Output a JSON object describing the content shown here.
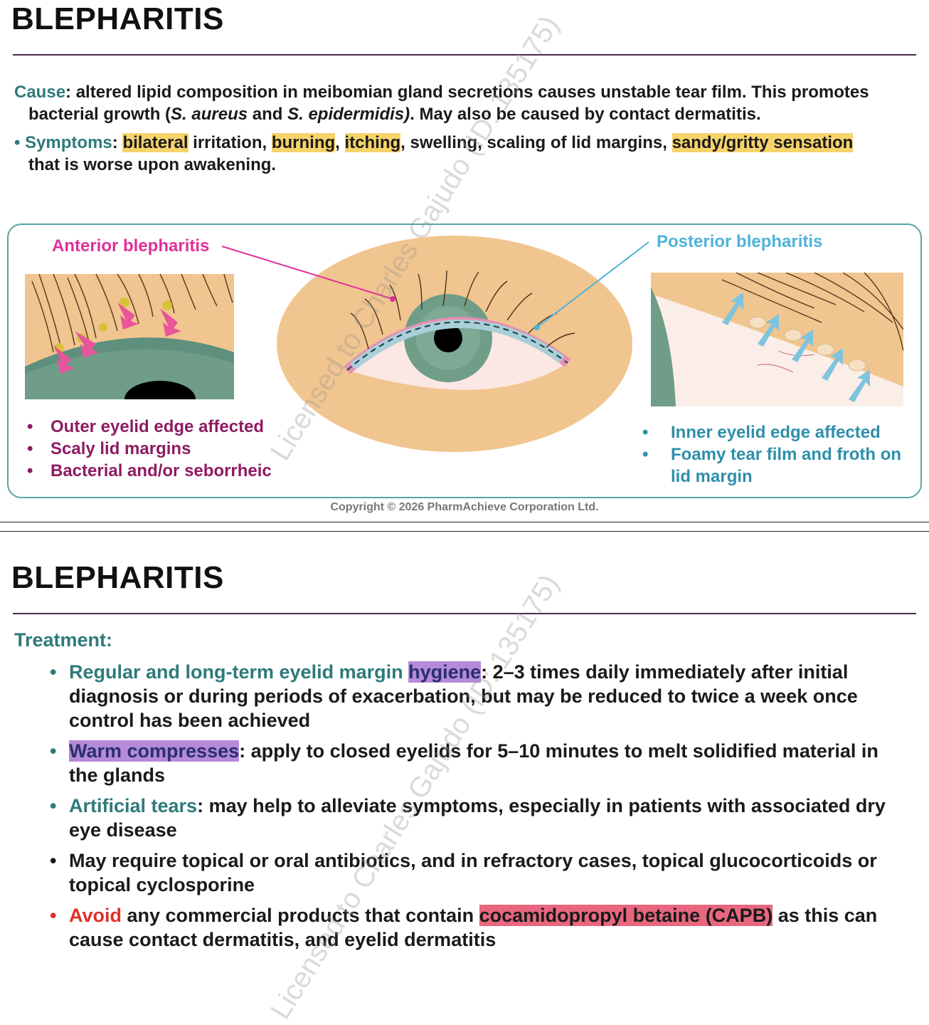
{
  "slide1": {
    "title": "BLEPHARITIS",
    "cause_label": "Cause",
    "cause_text_1": ": altered lipid composition in meibomian gland secretions causes unstable tear film. This promotes",
    "cause_text_2a": "bacterial growth (",
    "cause_species_1": "S. aureus",
    "cause_and": " and ",
    "cause_species_2": "S. epidermidis)",
    "cause_text_2b": ". May also be caused by contact dermatitis.",
    "symptoms_bullet": "•",
    "symptoms_label": "Symptoms",
    "symptoms_colon": ": ",
    "sym_bilateral": "bilateral",
    "sym_irritation": " irritation, ",
    "sym_burning": "burning",
    "sym_comma": ", ",
    "sym_itching": "itching",
    "sym_rest": ", swelling, scaling of lid margins, ",
    "sym_sandy": "sandy/gritty sensation",
    "sym_line2": "that is worse upon awakening.",
    "anterior_title": "Anterior blepharitis",
    "posterior_title": "Posterior blepharitis",
    "anterior_points": [
      "Outer eyelid edge affected",
      "Scaly lid margins",
      "Bacterial and/or seborrheic"
    ],
    "posterior_points": [
      "Inner eyelid edge affected",
      "Foamy tear film and froth on",
      "lid margin"
    ],
    "bullet": "•",
    "copyright": "Copyright © 2026 PharmAchieve Corporation Ltd."
  },
  "slide2": {
    "title": "BLEPHARITIS",
    "treatment_label": "Treatment:",
    "items": [
      {
        "lead": "Regular and long-term eyelid margin ",
        "hl": "hygiene",
        "rest": ": 2–3 times daily immediately after initial diagnosis or during periods of exacerbation, but may be reduced to twice a week once control has been achieved"
      },
      {
        "lead": "",
        "hl": "Warm compresses",
        "rest": ": apply to closed eyelids for 5–10 minutes to melt solidified material in the glands"
      },
      {
        "lead": "Artificial tears",
        "hl": "",
        "rest": ": may help to alleviate symptoms, especially in patients with associated dry eye disease"
      },
      {
        "lead": "",
        "hl": "",
        "rest": "May require topical or oral antibiotics, and in refractory cases, topical glucocorticoids or topical cyclosporine"
      },
      {
        "lead": "Avoid",
        "hl": "cocamidopropyl betaine (CAPB)",
        "mid": " any commercial products that contain ",
        "rest": " as this can cause contact dermatitis, and eyelid dermatitis"
      }
    ]
  },
  "watermark": "Licensed to Charles Gajudo (ID: 135175)",
  "colors": {
    "teal": "#2f7a7a",
    "magenta": "#e0309a",
    "cyan": "#4fb3d9",
    "yellow_hl": "#f6d36b",
    "purple_hl": "#b58ad8",
    "pink_hl": "#e8677f",
    "red": "#e0302a"
  }
}
